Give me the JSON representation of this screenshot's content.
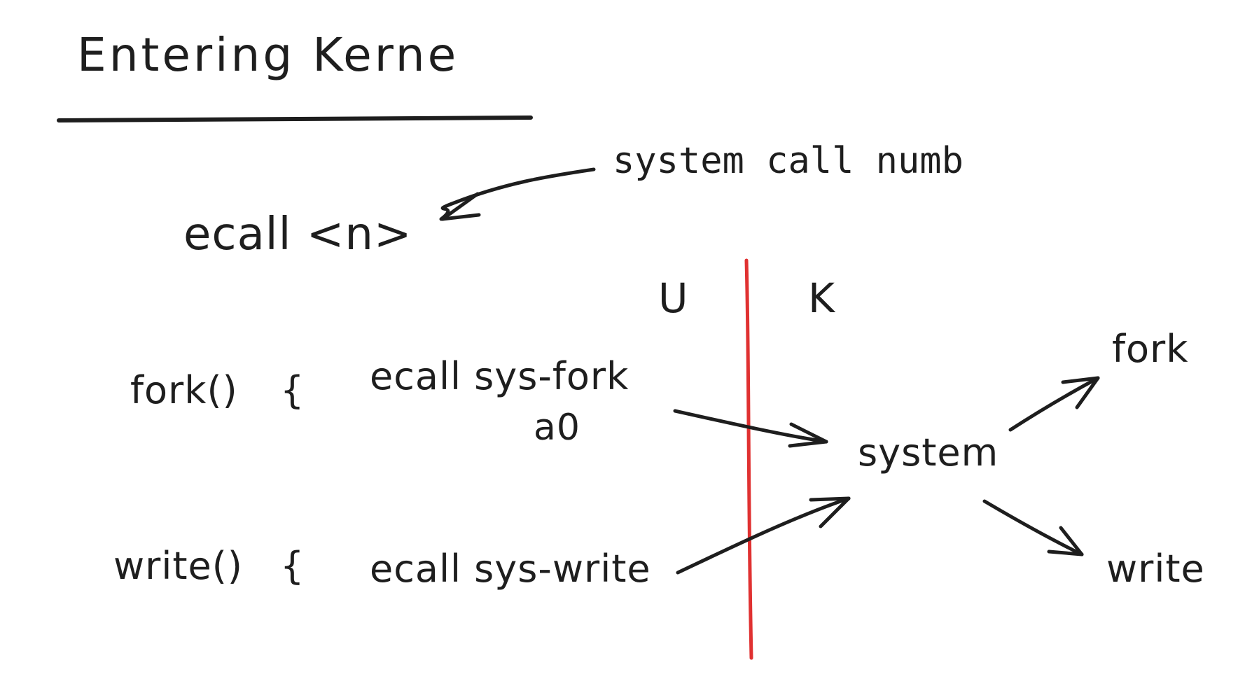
{
  "title": "Entering Kerne",
  "annotation": "system call numb",
  "instruction": "ecall <n>",
  "sides": {
    "user": "U",
    "kernel": "K"
  },
  "user_functions": [
    {
      "definition": "fork()",
      "brace": "{",
      "call": "ecall sys-fork",
      "register": "a0"
    },
    {
      "definition": "write()",
      "brace": "{",
      "call": "ecall sys-write"
    }
  ],
  "dispatcher": "system",
  "kernel_handlers": [
    "fork",
    "write"
  ],
  "colors": {
    "ink": "#1e1e1e",
    "boundary": "#e03131",
    "background": "#ffffff"
  }
}
